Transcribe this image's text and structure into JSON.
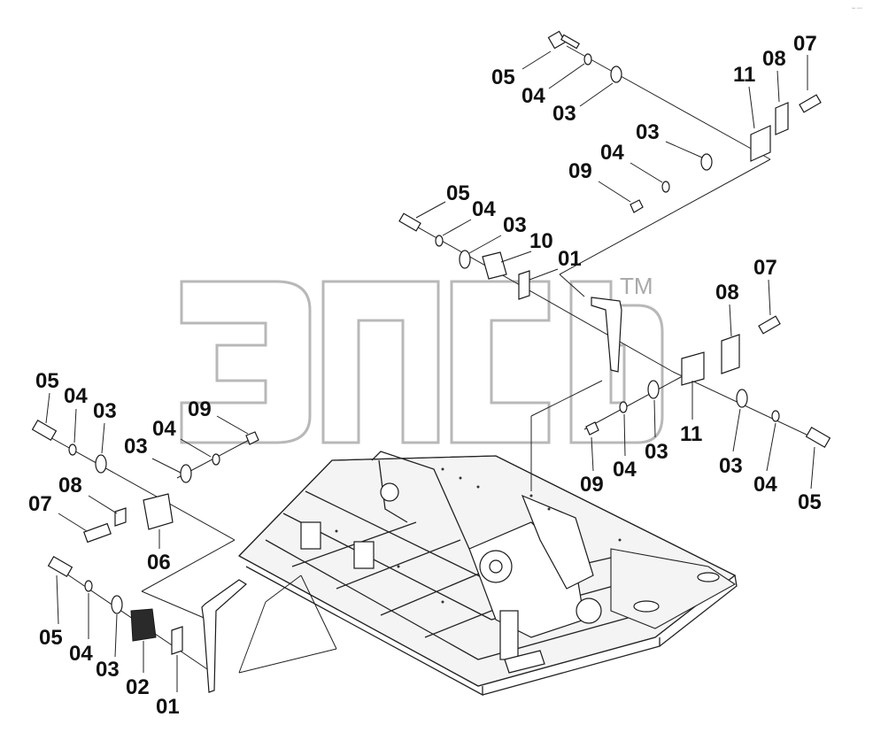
{
  "diagram": {
    "watermark": {
      "mark": "TM",
      "color": "#aaaaaa"
    },
    "corner_tag": "ᵃᵉ ᵒᵒᵒ",
    "callouts": [
      "05",
      "04",
      "03",
      "07",
      "08",
      "11",
      "03",
      "04",
      "09",
      "05",
      "04",
      "03",
      "10",
      "01",
      "07",
      "08",
      "11",
      "09",
      "04",
      "03",
      "03",
      "04",
      "05",
      "05",
      "04",
      "03",
      "09",
      "03",
      "04",
      "07",
      "08",
      "06",
      "05",
      "04",
      "03",
      "02",
      "01"
    ],
    "colors": {
      "ink": "#111111",
      "watermark": "#b8b8b8",
      "background": "#ffffff"
    }
  }
}
